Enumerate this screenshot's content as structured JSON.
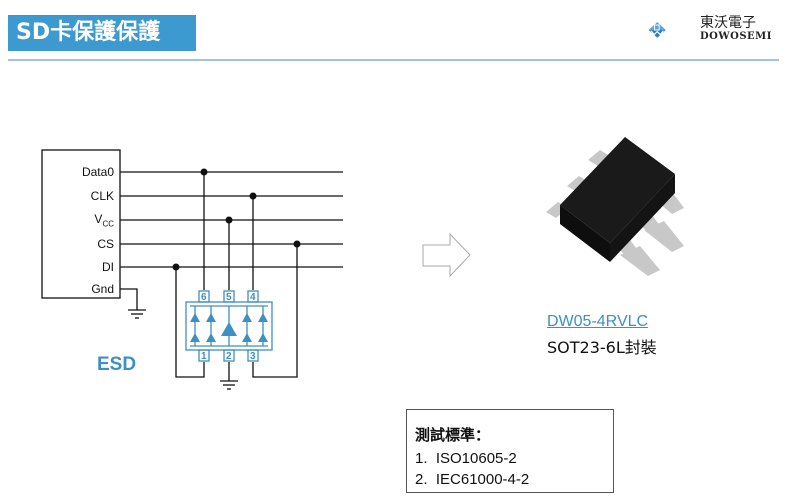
{
  "header": {
    "title": "SD卡保護保護",
    "logo_cn": "東沃電子",
    "logo_en": "DOWOSEMI"
  },
  "circuit": {
    "signals": [
      {
        "label": "Data0"
      },
      {
        "label": "CLK"
      },
      {
        "label": "Vcc",
        "main": "V",
        "sub": "CC"
      },
      {
        "label": "CS"
      },
      {
        "label": "DI"
      },
      {
        "label": "Gnd"
      }
    ],
    "pins_top": [
      "6",
      "5",
      "4"
    ],
    "pins_bottom": [
      "1",
      "2",
      "3"
    ],
    "esd_label": "ESD"
  },
  "part": {
    "name": "DW05-4RVLC",
    "package": "SOT23-6L封裝"
  },
  "standards": {
    "title": "測試標準：",
    "items": [
      "1.  ISO10605-2",
      "2.  IEC61000-4-2"
    ]
  },
  "colors": {
    "accent": "#3d9ad1",
    "rule": "#9cc3ee",
    "esd_blue": "#3d8fc4"
  }
}
